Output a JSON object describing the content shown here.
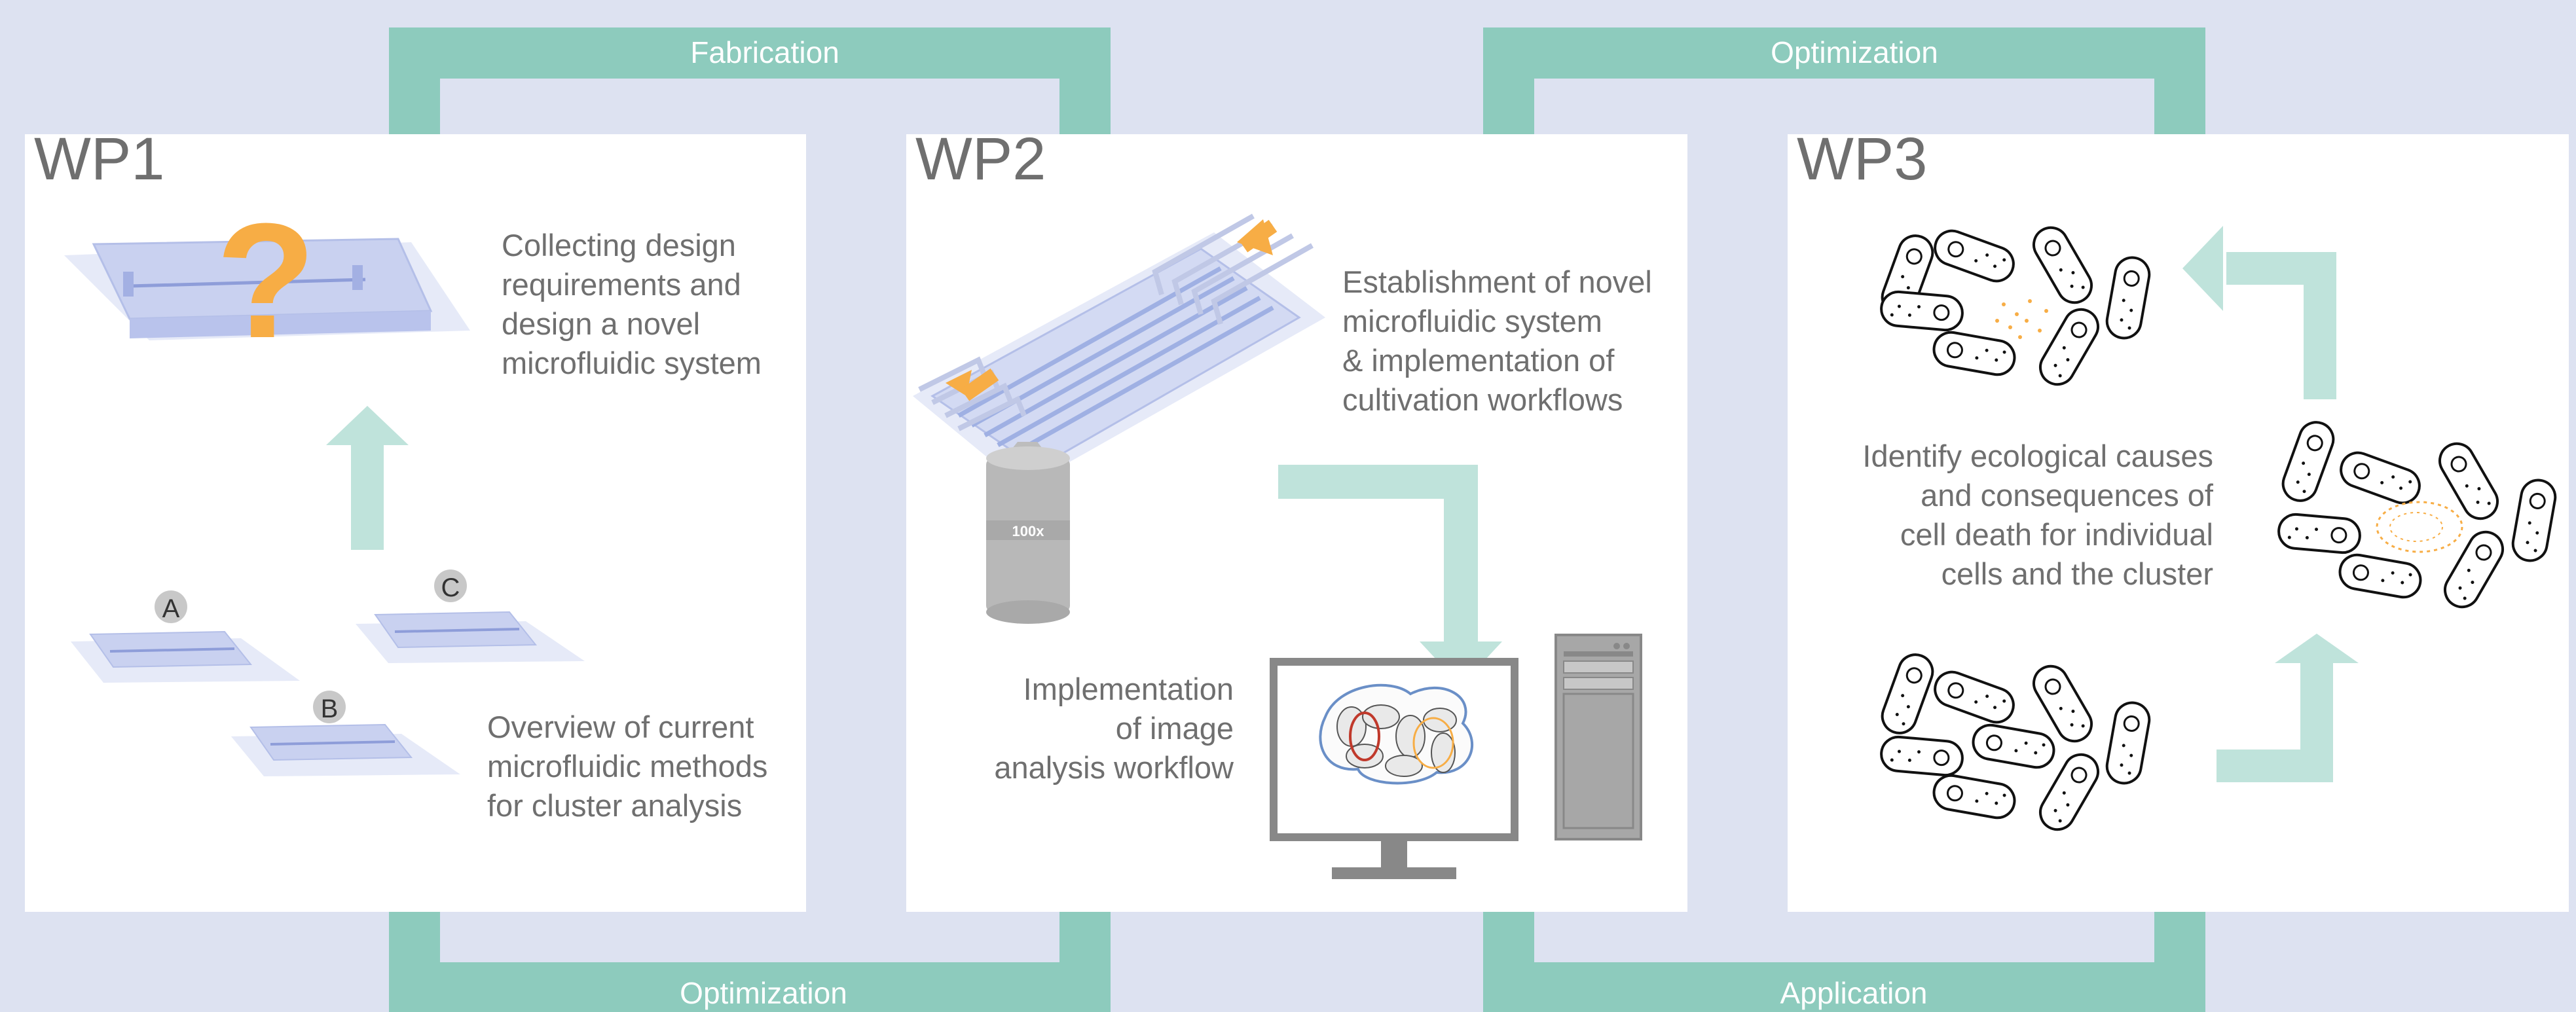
{
  "connectors": {
    "fabrication": "Fabrication",
    "optimization_top": "Optimization",
    "optimization_bottom": "Optimization",
    "application": "Application"
  },
  "wp1": {
    "title": "WP1",
    "design_text": [
      "Collecting design",
      "requirements and",
      "design a novel",
      "microfluidic system"
    ],
    "overview_text": [
      "Overview of current",
      "microfluidic methods",
      "for cluster analysis"
    ],
    "chip_labels": [
      "A",
      "B",
      "C"
    ],
    "question_mark": "?"
  },
  "wp2": {
    "title": "WP2",
    "establish_text": [
      "Establishment of novel",
      "microfluidic system",
      "& implementation of",
      "cultivation workflows"
    ],
    "analysis_text": [
      "Implementation",
      "of image",
      "analysis workflow"
    ],
    "objective_label": "100x"
  },
  "wp3": {
    "title": "WP3",
    "identify_text": [
      "Identify ecological causes",
      "and consequences of",
      "cell death for individual",
      "cells and the cluster"
    ]
  },
  "colors": {
    "background": "#dde2f1",
    "arrow_dark": "#8dcbbd",
    "arrow_light": "#bfe3db",
    "accent_orange": "#f7ad45",
    "text": "#6f6f6f"
  }
}
